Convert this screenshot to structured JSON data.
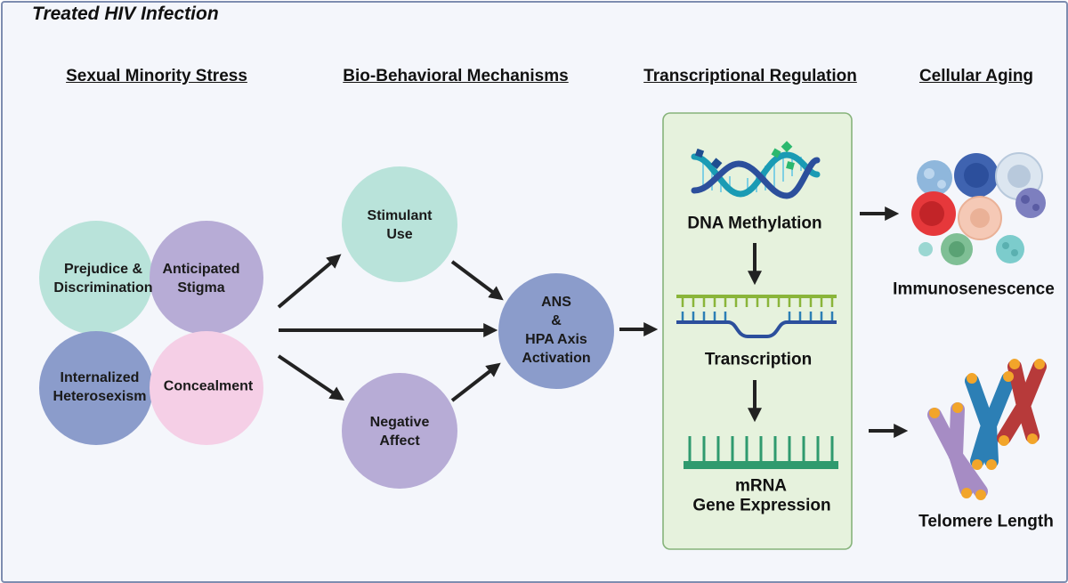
{
  "title": "Treated HIV Infection",
  "columns": {
    "stress": "Sexual Minority Stress",
    "mechanisms": "Bio-Behavioral Mechanisms",
    "regulation": "Transcriptional Regulation",
    "aging": "Cellular Aging"
  },
  "stressors": {
    "prejudice": "Prejudice &\nDiscrimination",
    "anticipated": "Anticipated\nStigma",
    "internalized": "Internalized\nHeterosexism",
    "concealment": "Concealment"
  },
  "mechanisms": {
    "stimulant": "Stimulant\nUse",
    "negative": "Negative\nAffect",
    "ans": "ANS\n&\nHPA Axis\nActivation"
  },
  "regulation": {
    "methylation": "DNA Methylation",
    "transcription": "Transcription",
    "mrna_line1": "mRNA",
    "mrna_line2": "Gene Expression"
  },
  "aging": {
    "immuno": "Immunosenescence",
    "telomere": "Telomere Length"
  },
  "colors": {
    "teal": "#b9e3da",
    "lavender": "#b7acd6",
    "slate_blue": "#8b9ccb",
    "pink": "#f5cfe6",
    "panel_fill": "#e6f2dd",
    "panel_border": "#86b37a",
    "dna_teal": "#1a9bb4",
    "dna_blue": "#2c4f9c",
    "mark_green": "#2bb86e",
    "strand_green": "#2f9a6e",
    "chrom_purple": "#a68cc4",
    "chrom_blue": "#2c7fb5",
    "chrom_red": "#b73a3a",
    "cap_orange": "#f2a52a"
  },
  "icons": [
    "dna-helix-icon",
    "transcription-bubble-icon",
    "mrna-strand-icon",
    "immune-cells-icon",
    "chromosomes-icon"
  ]
}
